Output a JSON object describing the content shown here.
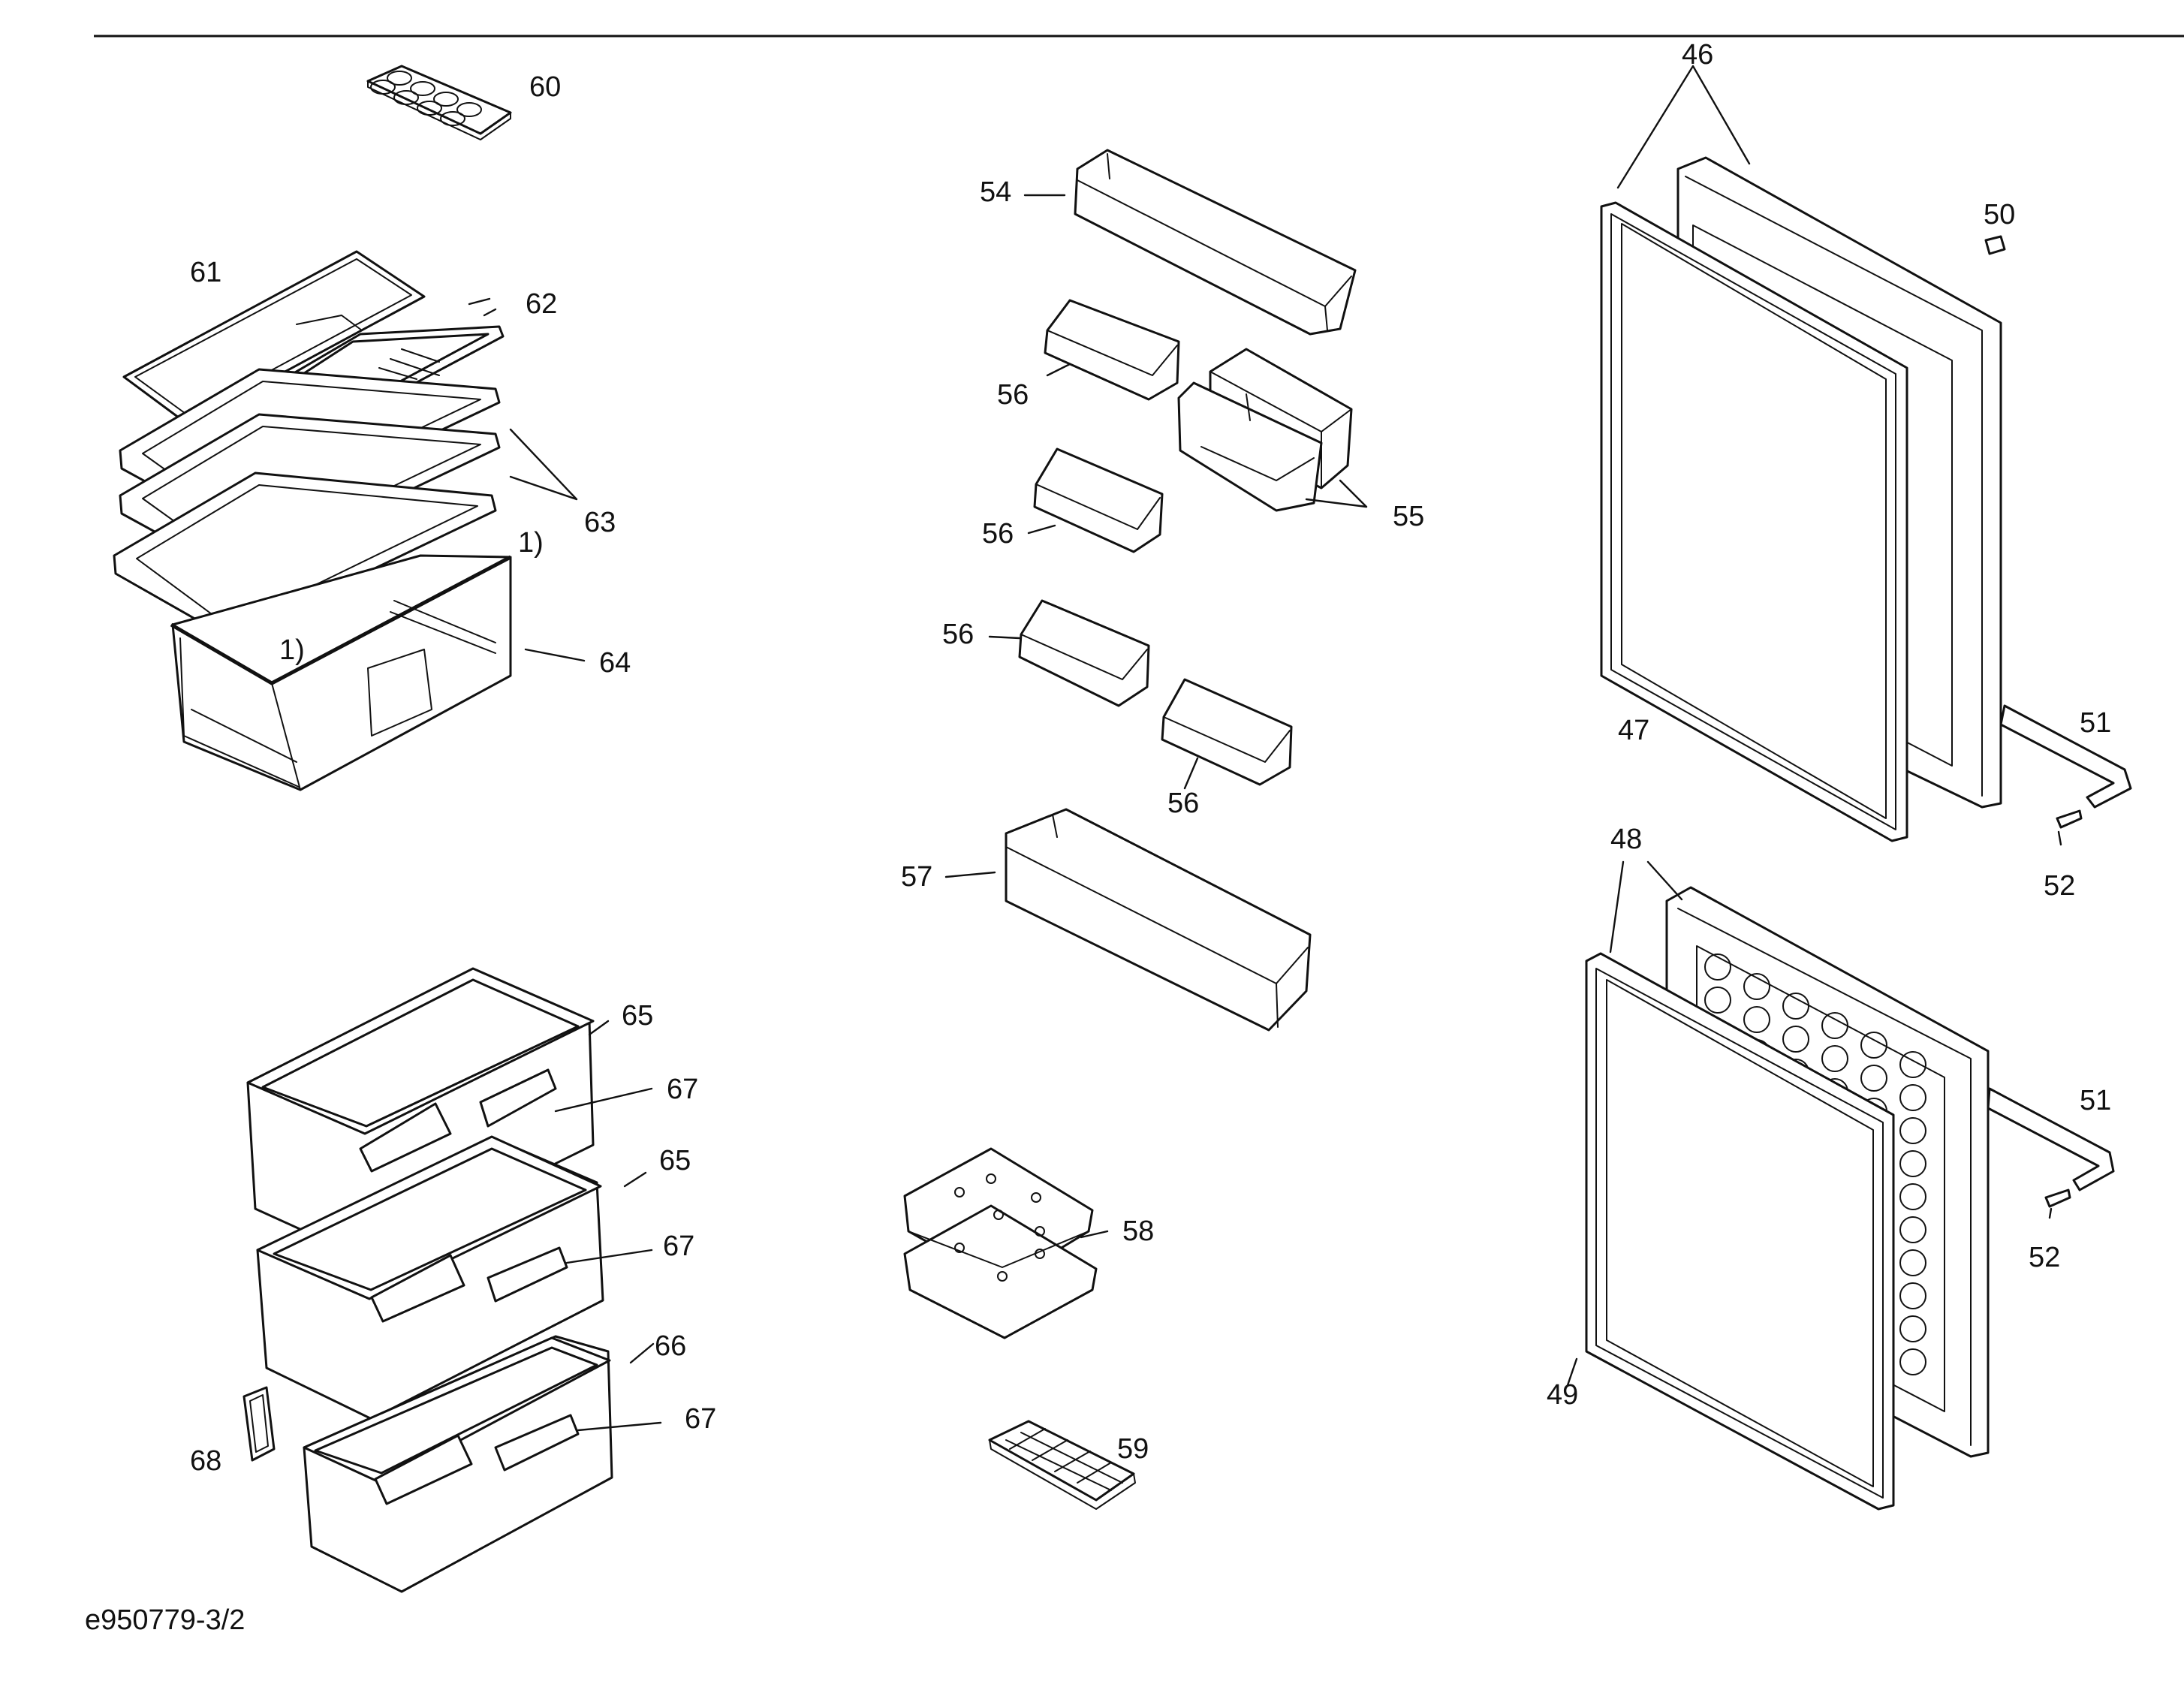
{
  "drawing_code": "e950779-3/2",
  "callouts": {
    "c46": "46",
    "c47": "47",
    "c48": "48",
    "c49": "49",
    "c50": "50",
    "c51a": "51",
    "c51b": "51",
    "c52a": "52",
    "c52b": "52",
    "c54": "54",
    "c55": "55",
    "c56a": "56",
    "c56b": "56",
    "c56c": "56",
    "c56d": "56",
    "c57": "57",
    "c58": "58",
    "c59": "59",
    "c60": "60",
    "c61": "61",
    "c62": "62",
    "c63": "63",
    "c64": "64",
    "c65a": "65",
    "c65b": "65",
    "c66": "66",
    "c67a": "67",
    "c67b": "67",
    "c67c": "67",
    "c68": "68",
    "note1a": "1)",
    "note1b": "1)"
  }
}
